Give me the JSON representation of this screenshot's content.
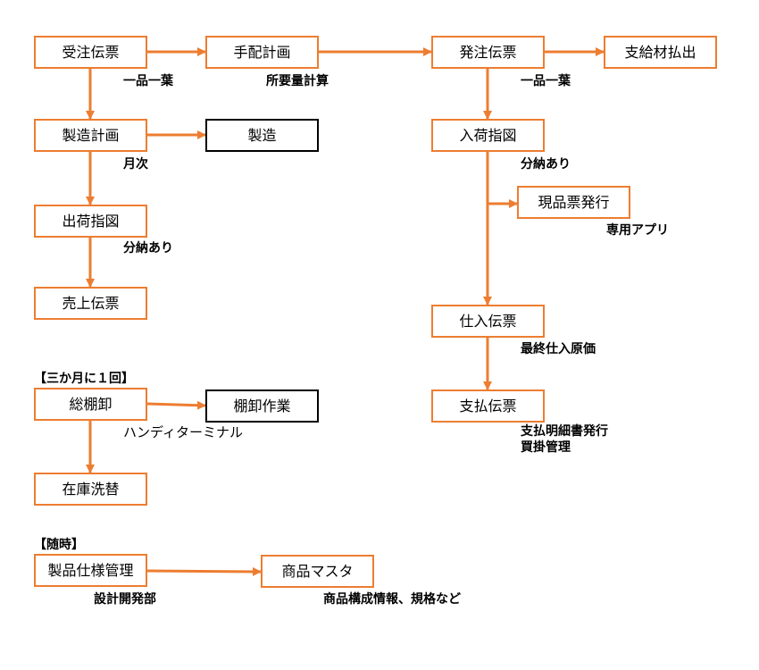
{
  "colors": {
    "process_border": "#ED7D31",
    "manual_border": "#000000",
    "arrow": "#ED7D31"
  },
  "nodes": {
    "order_slip": "受注伝票",
    "arrangement_plan": "手配計画",
    "purchase_order_slip": "発注伝票",
    "supplied_material_issue": "支給材払出",
    "production_plan": "製造計画",
    "manufacturing": "製造",
    "receiving_instruction": "入荷指図",
    "item_tag_issue": "現品票発行",
    "shipping_instruction": "出荷指図",
    "sales_slip": "売上伝票",
    "purchase_slip": "仕入伝票",
    "inventory_count": "総棚卸",
    "stocktaking_work": "棚卸作業",
    "payment_slip": "支払伝票",
    "inventory_revaluation": "在庫洗替",
    "product_spec_management": "製品仕様管理",
    "product_master": "商品マスタ"
  },
  "notes": {
    "order_slip": "一品一葉",
    "arrangement_plan": "所要量計算",
    "purchase_order_slip": "一品一葉",
    "production_plan": "月次",
    "receiving_instruction": "分納あり",
    "item_tag_issue": "専用アプリ",
    "shipping_instruction": "分納あり",
    "purchase_slip": "最終仕入原価",
    "stocktaking_work": "ハンディターミナル",
    "payment_slip_1": "支払明細書発行",
    "payment_slip_2": "買掛管理",
    "product_spec_management": "設計開発部",
    "product_master": "商品構成情報、規格など"
  },
  "sections": {
    "quarterly": "【三か月に１回】",
    "ad_hoc": "【随時】"
  }
}
